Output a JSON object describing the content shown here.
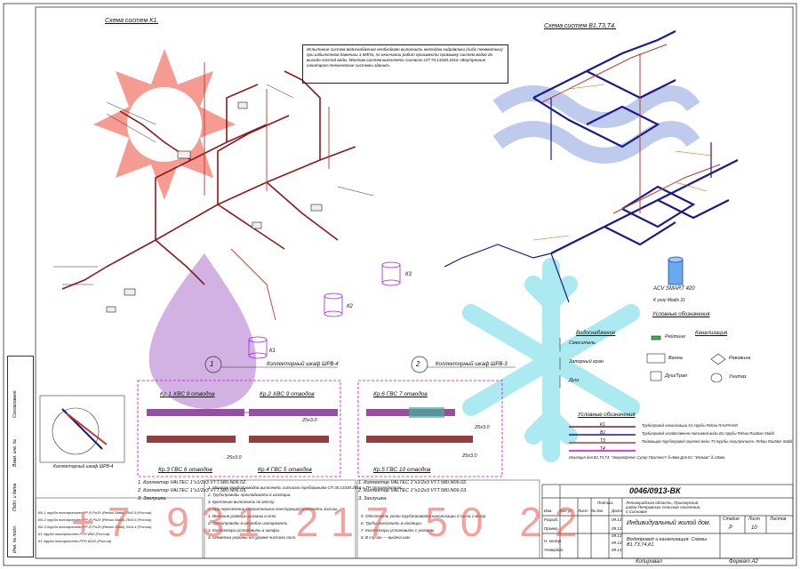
{
  "sheet": {
    "title_left": "Схема систем К1.",
    "title_right": "Схема систем В1,Т3,Т4.",
    "note": "Испытание систем водоснабжения необходимо выполнить методом гидравлики (либо пневматики) при избыточном давлении 1,5МПа, по окончании работ произвести промывку систем водой до выхода чистой воды. Монтаж систем выполнять согласно СП 73.13330.2016 «Внутренние санитарно-технические системы зданий».",
    "cabinet_1_num": "1",
    "cabinet_1_title": "Коллекторный шкаф ШРВ-4",
    "cabinet_2_num": "2",
    "cabinet_2_title": "Коллекторный шкаф ШРВ-3",
    "kp1": "Кр.1 ХВС 9 отводов",
    "kp2": "Кр.2 ХВС 9 отводов",
    "kp3": "Кр.3 ГВС 6 отводов",
    "kp4": "Кр.4 ГВС 5 отводов",
    "kp5": "Кр.5 ГВС 10 отводов",
    "kp6": "Кр.6 ГВС 7 отводов",
    "size_25x3": "25х3.0",
    "cab1_notes": [
      "1. Коллектор VALTEC 1\"х1/2х3  VTT.580.N06.02.",
      "2. Коллектор VALTEC 1\"х1/2х3  VTT.580.N06.03.",
      "3. Заглушка."
    ],
    "cab2_notes": [
      "1. Коллектор VALTEC 1\"х1/2х3  VTT.580.N06.02.",
      "2. Коллектор VALTEC 1\"х1/2х3  VTT.580.N06.03.",
      "3. Заглушка."
    ],
    "legend_title": "Условные обозначения",
    "legend_water": "Водоснабжение",
    "legend_sewer": "Канализация",
    "legend_items": [
      "Смеситель",
      "Запорный кран",
      "Душ",
      "Рейтинг",
      "Ванна",
      "Душ/Трап",
      "Раковина",
      "Унитаз"
    ],
    "legend_lines_title": "Условные обозначения",
    "legend_lines": [
      {
        "code": "К1",
        "text": "Трубопровод канализации К1 трубы Rehau RAUPIANO"
      },
      {
        "code": "В1",
        "text": "Трубопровод хозяйственно-питьевой воды В1 трубы Rehau Rautitan Stabil."
      },
      {
        "code": "Т3",
        "text": "Подающий трубопровод горячей воды Т3 трубы полипропилен. Rehau Rautitan Stabil."
      },
      {
        "code": "Т4",
        "text": "Изоляция для В1,Т3,Т4: \"Энергофлекс Супер Протект\" δ=9мм  Для К1: \"Изомак\" δ=10мм."
      }
    ],
    "acv_label": "ACV SMART 420",
    "acv_sub": "К узлу Modis 31",
    "tank_k3": "К3",
    "tank_k2": "К2",
    "tank_k1": "К1",
    "doc_code": "0046/0913-ВК",
    "doc_project": "Ленинградская область, Приозерский район,Петровское сельское поселение, п.Сосновое",
    "doc_object": "Индивидуальный жилой дом.",
    "doc_sheet_title": "Водопровод и канализация. Схемы В1,Т3,Т4,К1.",
    "doc_stage_h": "Стадия",
    "doc_sheet_h": "Лист",
    "doc_sheets_h": "Листов",
    "doc_stage": "Р",
    "doc_sheet": "10",
    "copied": "Копировал",
    "format": "Формат А2",
    "stamp_rows": [
      "Изм.",
      "Кол.уч",
      "Лист",
      "№ док.",
      "Подпись",
      "Дата",
      "Разраб.",
      "Провер.",
      "Н. контр.",
      "Утвердил"
    ],
    "stamp_dates": [
      "09.13",
      "09.13",
      "09.13",
      "09.13",
      "09.13"
    ],
    "left_notes": [
      "1. Монтаж трубопроводов выполнять согласно требованиям СП 30.13330.2016 и ТР производителя.",
      "2. Трубопроводы прокладывать в изоляции.",
      "3. Крепление выполнить по месту.",
      "4. При пересечении строительных конструкций применять гильзы."
    ],
    "mid_notes": [
      "1. Внешние размеры указаны в осях.",
      "2. Трубопроводы в штробах изолировать.",
      "3. Коллекторы установить в шкафы.",
      "4. Отметки указаны от уровня чистого пола."
    ],
    "right_notes": [
      "5. Обеспечить уклон трубопроводов канализации 2 см на 1 метр.",
      "6. Трубы выполнить в изоляции.",
      "7. Коллекторы установить с уклоном.",
      "8. В случае — выдача изм."
    ],
    "bottom_left_table": [
      "ВЧ-1 труба полипропилен PP-R Pn20 (Rehau Stabil) 20х2.8 (Россия)",
      "ВЧ-2 труба полипропилен PP-R Pn20 (Rehau Stabil) 25х3.5 (Россия)",
      "ВЧ-3 труба полипропилен PP-R Pn20 (Rehau Stabil) 32х4.4 (Россия)",
      "К1 труба полипропилен РРН Ø50 (Россия)",
      "К1 труба полипропилен РРН Ø110 (Россия)"
    ],
    "detail_label": "Коллекторный шкаф ШРВ-4",
    "watermark": "+7 931 217 50 22",
    "side_labels": [
      "Согласовано",
      "Взам. инв. №",
      "Подп. и дата",
      "Инв. № подл."
    ]
  }
}
